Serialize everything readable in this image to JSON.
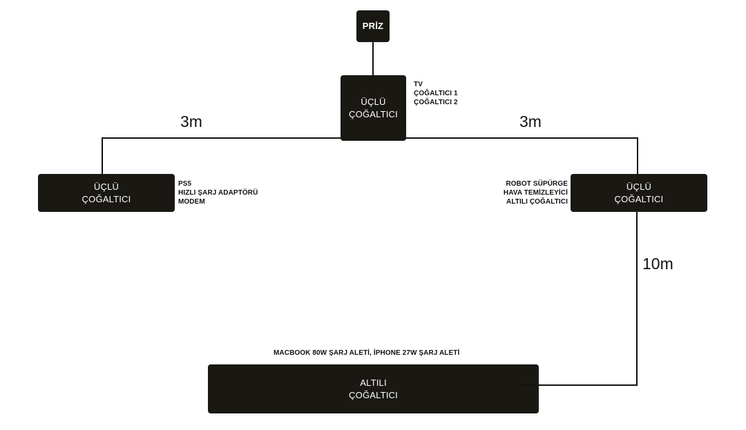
{
  "nodes": {
    "priz": {
      "label": "PRİZ"
    },
    "top": {
      "label_line1": "ÜÇLÜ",
      "label_line2": "ÇOĞALTICI"
    },
    "left": {
      "label_line1": "ÜÇLÜ",
      "label_line2": "ÇOĞALTICI"
    },
    "right": {
      "label_line1": "ÜÇLÜ",
      "label_line2": "ÇOĞALTICI"
    },
    "bottom": {
      "label_line1": "ALTILI",
      "label_line2": "ÇOĞALTICI"
    }
  },
  "notes": {
    "top": [
      "TV",
      "ÇOĞALTICI 1",
      "ÇOĞALTICI 2"
    ],
    "left": [
      "PS5",
      "HIZLI ŞARJ ADAPTÖRÜ",
      "MODEM"
    ],
    "right": [
      "ROBOT SÜPÜRGE",
      "HAVA TEMİZLEYİCİ",
      "ALTILI ÇOĞALTICI"
    ],
    "bottom": "MACBOOK 80W ŞARJ ALETİ, İPHONE 27W ŞARJ ALETİ"
  },
  "distances": {
    "left": "3m",
    "right": "3m",
    "vertical": "10m"
  },
  "colors": {
    "box": "#1a1813",
    "line": "#111111",
    "text_on_box": "#ffffff"
  }
}
